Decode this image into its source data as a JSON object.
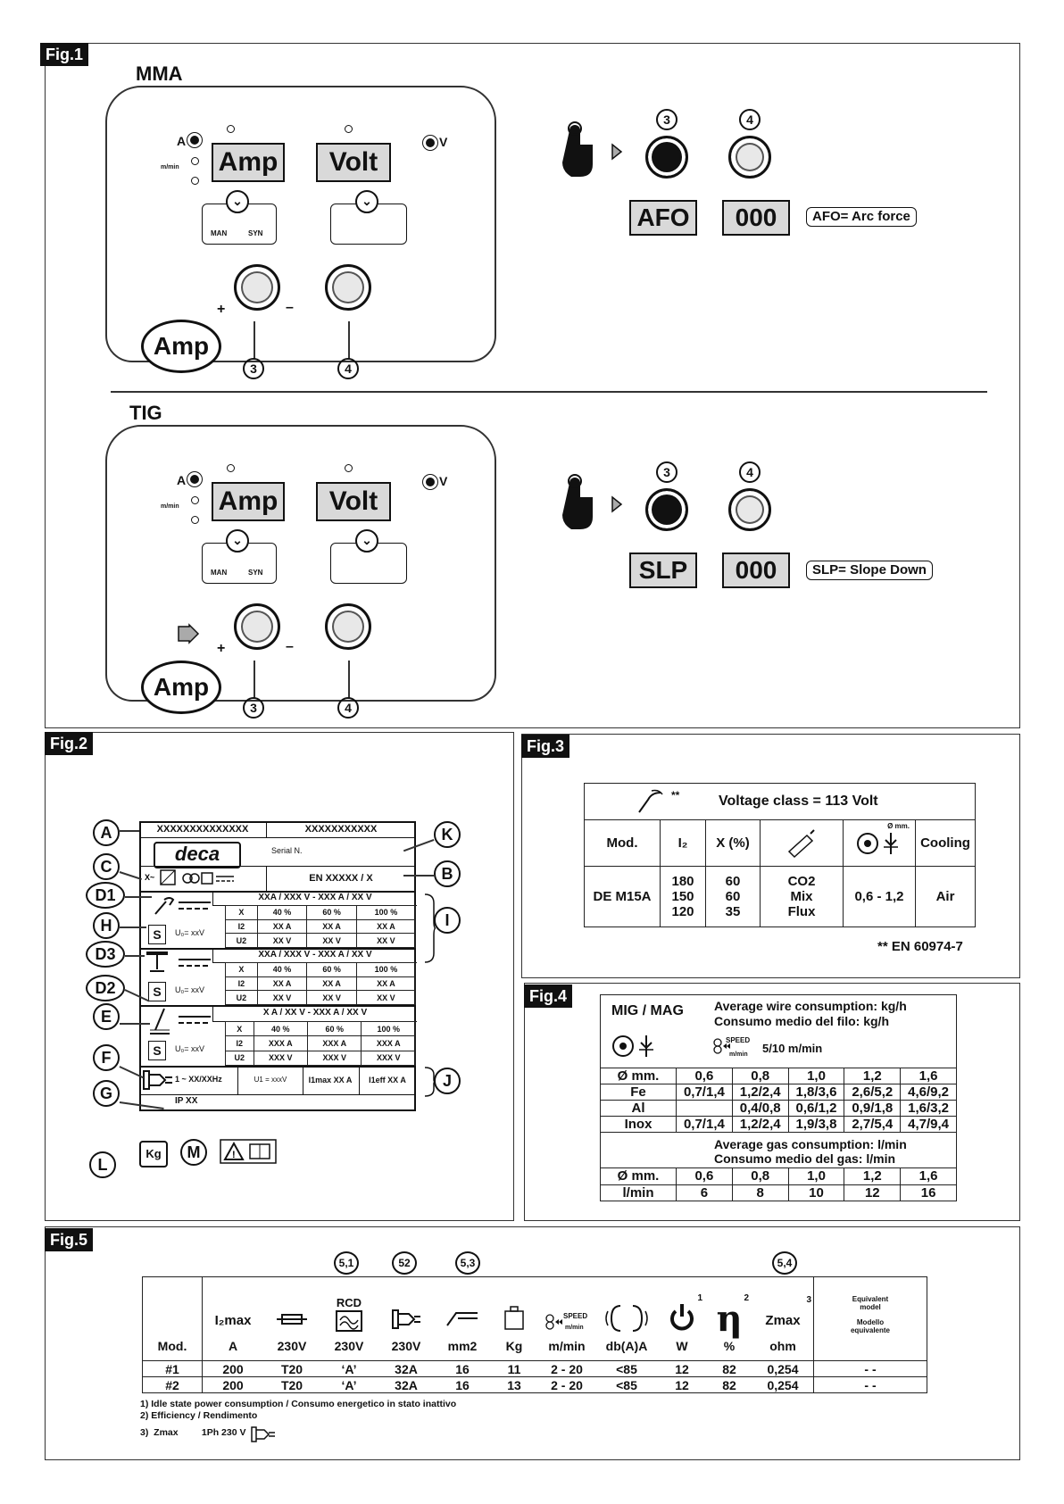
{
  "fig1": {
    "tag": "Fig.1",
    "mma": {
      "title": "MMA",
      "lcd_left": "Amp",
      "lcd_right": "Volt",
      "indicator_a": "A",
      "indicator_v": "V",
      "wire_speed": "m/min",
      "man": "MAN",
      "syn": "SYN",
      "plus": "+",
      "minus": "–",
      "badge": "Amp",
      "knob3": "3",
      "knob4": "4",
      "right_num3": "3",
      "right_num4": "4",
      "display_param": "AFO",
      "display_value": "000",
      "legend": "AFO= Arc force"
    },
    "tig": {
      "title": "TIG",
      "lcd_left": "Amp",
      "lcd_right": "Volt",
      "indicator_a": "A",
      "indicator_v": "V",
      "wire_speed": "m/min",
      "man": "MAN",
      "syn": "SYN",
      "plus": "+",
      "minus": "–",
      "badge": "Amp",
      "knob3": "3",
      "knob4": "4",
      "right_num3": "3",
      "right_num4": "4",
      "display_param": "SLP",
      "display_value": "000",
      "legend": "SLP= Slope Down"
    }
  },
  "fig2": {
    "tag": "Fig.2",
    "labels": {
      "A": "A",
      "C": "C",
      "D1": "D1",
      "H": "H",
      "D3": "D3",
      "D2": "D2",
      "E": "E",
      "F": "F",
      "G": "G",
      "K": "K",
      "B": "B",
      "I": "I",
      "J": "J",
      "L": "L",
      "M": "M"
    },
    "plate": {
      "top_left": "XXXXXXXXXXXXXX",
      "top_right": "XXXXXXXXXXX",
      "brand": "deca",
      "serial": "Serial N.",
      "standard": "EN XXXXX / X",
      "sections": [
        {
          "range": "XXA / XXX V - XXX A / XX  V",
          "uo": "U₀= xxV",
          "x": [
            "X",
            "40 %",
            "60 %",
            "100 %"
          ],
          "i2": [
            "I2",
            "XX A",
            "XX A",
            "XX A"
          ],
          "u2": [
            "U2",
            "XX V",
            "XX V",
            "XX V"
          ]
        },
        {
          "range": "XXA / XXX V - XXX A / XX  V",
          "uo": "U₀= xxV",
          "x": [
            "X",
            "40 %",
            "60 %",
            "100 %"
          ],
          "i2": [
            "I2",
            "XX A",
            "XX A",
            "XX A"
          ],
          "u2": [
            "U2",
            "XX V",
            "XX V",
            "XX V"
          ]
        },
        {
          "range": "X A / XX V - XXX A / XX V",
          "uo": "U₀= xxV",
          "x": [
            "X",
            "40 %",
            "60 %",
            "100 %"
          ],
          "i2": [
            "I2",
            "XXX A",
            "XXX A",
            "XXX A"
          ],
          "u2": [
            "U2",
            "XXX V",
            "XXX V",
            "XXX V"
          ]
        }
      ],
      "s_symbol": "S",
      "supply": "1 ~ XX/XXHz",
      "u1": "U1 = xxxV",
      "i1max": "I1max XX A",
      "i1eff": "I1eff XX A",
      "ip": "IP XX",
      "kg": "Kg"
    }
  },
  "fig3": {
    "tag": "Fig.3",
    "stars": "**",
    "voltage_class": "Voltage class = 113 Volt",
    "headers": [
      "Mod.",
      "I₂",
      "X (%)",
      "",
      "",
      "Cooling"
    ],
    "spool_label": "Ø mm.",
    "model": "DE M15A",
    "i2": [
      "180",
      "150",
      "120"
    ],
    "x": [
      "60",
      "60",
      "35"
    ],
    "gas": [
      "CO2",
      "Mix",
      "Flux"
    ],
    "wire": "0,6 - 1,2",
    "cooling": "Air",
    "footnote": "** EN 60974-7"
  },
  "fig4": {
    "tag": "Fig.4",
    "process": "MIG / MAG",
    "wire_title_en": "Average wire consumption: kg/h",
    "wire_title_it": "Consumo medio del filo: kg/h",
    "speed_label": "SPEED",
    "speed_unit": "m/min",
    "speed_value": "5/10 m/min",
    "wire_rows": [
      [
        "Ø mm.",
        "0,6",
        "0,8",
        "1,0",
        "1,2",
        "1,6"
      ],
      [
        "Fe",
        "0,7/1,4",
        "1,2/2,4",
        "1,8/3,6",
        "2,6/5,2",
        "4,6/9,2"
      ],
      [
        "Al",
        "",
        "0,4/0,8",
        "0,6/1,2",
        "0,9/1,8",
        "1,6/3,2"
      ],
      [
        "Inox",
        "0,7/1,4",
        "1,2/2,4",
        "1,9/3,8",
        "2,7/5,4",
        "4,7/9,4"
      ]
    ],
    "gas_title_en": "Average gas consumption: l/min",
    "gas_title_it": "Consumo medio del gas: l/min",
    "gas_rows": [
      [
        "Ø mm.",
        "0,6",
        "0,8",
        "1,0",
        "1,2",
        "1,6"
      ],
      [
        "l/min",
        "6",
        "8",
        "10",
        "12",
        "16"
      ]
    ]
  },
  "fig5": {
    "tag": "Fig.5",
    "refs": [
      "5,1",
      "52",
      "5,3",
      "5,4"
    ],
    "rcd": "RCD",
    "head_top": [
      "",
      "I₂max",
      "",
      "",
      "",
      "",
      "",
      "",
      "",
      "",
      "",
      "Zmax",
      ""
    ],
    "sup": {
      "w": "1",
      "eff": "2",
      "zmax": "3"
    },
    "head": [
      "Mod.",
      "A",
      "230V",
      "230V",
      "230V",
      "mm2",
      "Kg",
      "m/min",
      "db(A)A",
      "W",
      "%",
      "ohm"
    ],
    "equiv": [
      "Equivalent",
      "model",
      "",
      "Modello",
      "equivalente"
    ],
    "speed_label": "SPEED",
    "speed_unit": "m/min",
    "rows": [
      [
        "#1",
        "200",
        "T20",
        "‘A’",
        "32A",
        "16",
        "11",
        "2 - 20",
        "<85",
        "12",
        "82",
        "0,254",
        "- -"
      ],
      [
        "#2",
        "200",
        "T20",
        "‘A’",
        "32A",
        "16",
        "13",
        "2 - 20",
        "<85",
        "12",
        "82",
        "0,254",
        "- -"
      ]
    ],
    "notes": [
      "1)  Idle state power consumption / Consumo energetico in stato inattivo",
      "2) Efficiency / Rendimento",
      "3)  Zmax         1Ph 230 V"
    ]
  }
}
